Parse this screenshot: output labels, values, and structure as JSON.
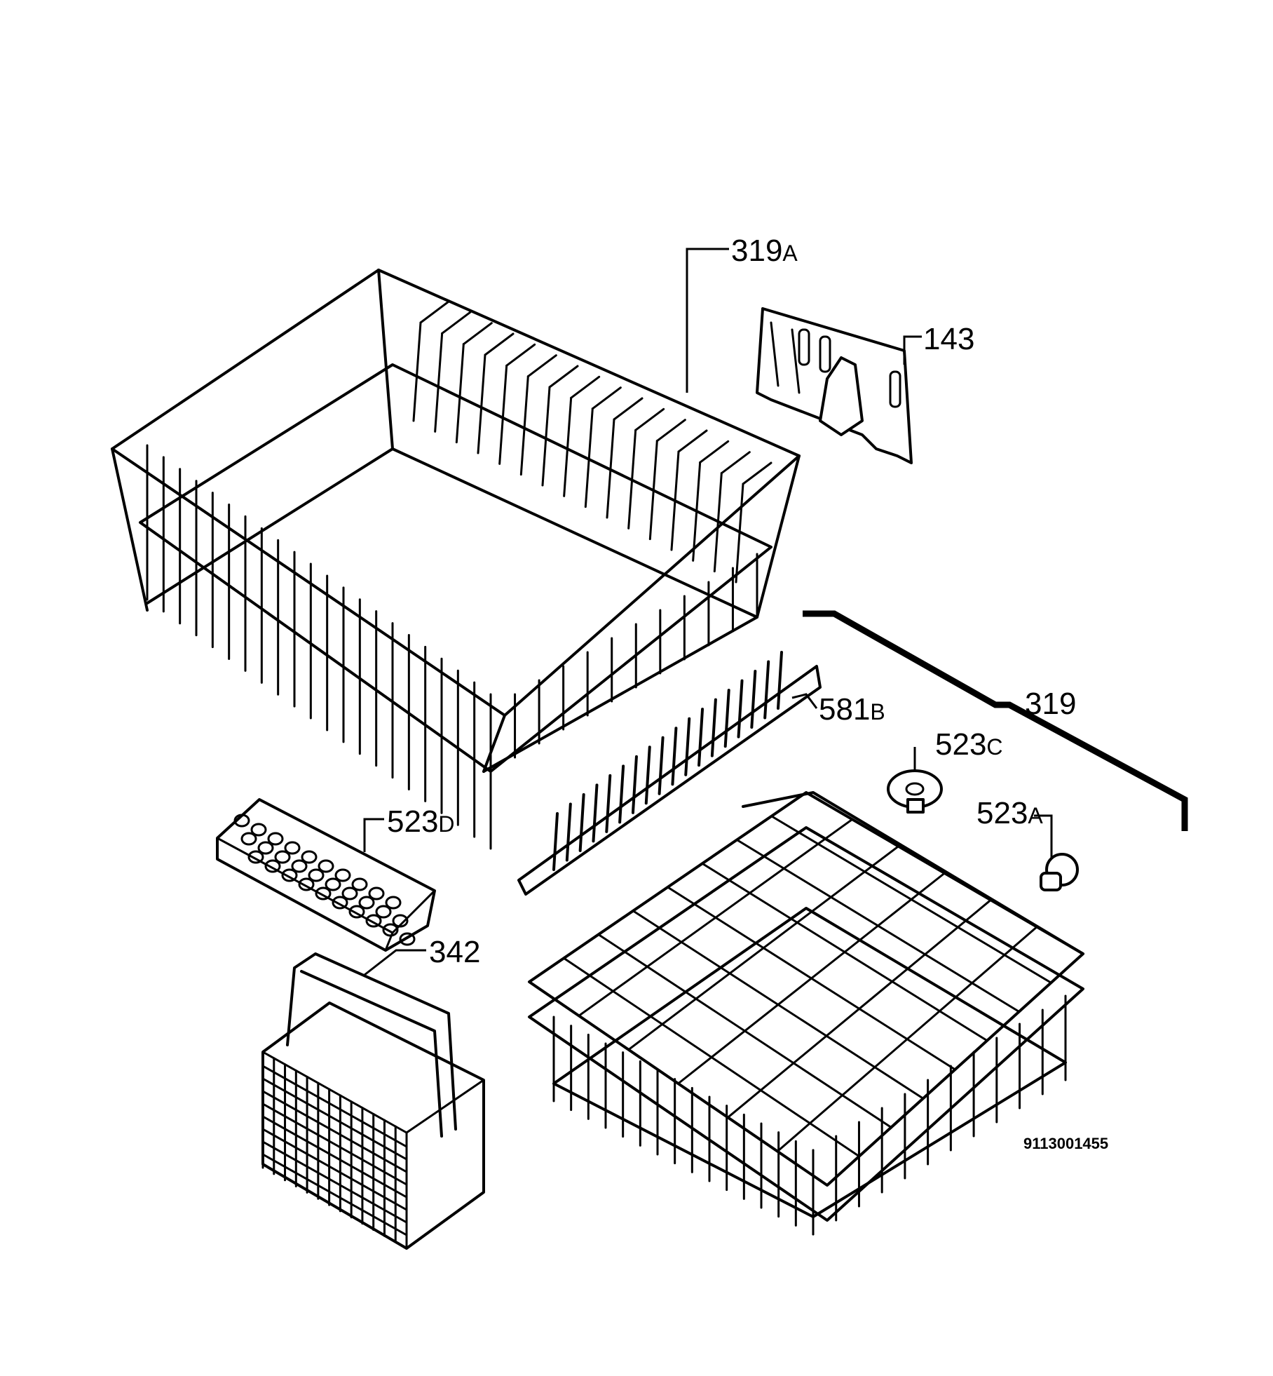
{
  "callouts": {
    "c319a": {
      "num": "319",
      "suffix": "A"
    },
    "c143": {
      "num": "143",
      "suffix": ""
    },
    "c581b": {
      "num": "581",
      "suffix": "B"
    },
    "c319": {
      "num": "319",
      "suffix": ""
    },
    "c523c": {
      "num": "523",
      "suffix": "C"
    },
    "c523a": {
      "num": "523",
      "suffix": "A"
    },
    "c523d": {
      "num": "523",
      "suffix": "D"
    },
    "c342": {
      "num": "342",
      "suffix": ""
    }
  },
  "document_number": "9113001455"
}
